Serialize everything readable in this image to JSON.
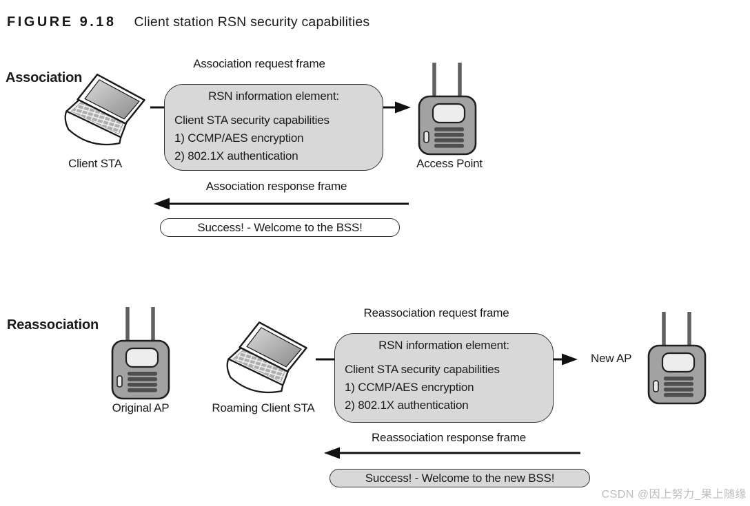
{
  "figure": {
    "label": "FIGURE 9.18",
    "title": "Client station RSN security capabilities"
  },
  "association": {
    "section_label": "Association",
    "client_label": "Client STA",
    "ap_label": "Access Point",
    "request_label": "Association request frame",
    "rsn_box": {
      "header": "RSN information element:",
      "lines": [
        "Client STA security capabilities",
        "1) CCMP/AES encryption",
        "2) 802.1X authentication"
      ]
    },
    "response_label": "Association response frame",
    "success_label": "Success! - Welcome to the BSS!"
  },
  "reassociation": {
    "section_label": "Reassociation",
    "original_ap_label": "Original AP",
    "client_label": "Roaming Client STA",
    "new_ap_label": "New AP",
    "request_label": "Reassociation request frame",
    "rsn_box": {
      "header": "RSN information element:",
      "lines": [
        "Client STA security capabilities",
        "1) CCMP/AES encryption",
        "2) 802.1X authentication"
      ]
    },
    "response_label": "Reassociation response frame",
    "success_label": "Success! - Welcome to the new BSS!"
  },
  "watermark": "CSDN @因上努力_果上随缘",
  "icons": {
    "client_station": "laptop-icon",
    "access_point": "access-point-icon",
    "flow": "arrow-icon"
  },
  "colors": {
    "box_fill": "#d8d8d8",
    "ap_body": "#a2a2a2",
    "outline": "#1f1f1f",
    "text": "#1a1a1a",
    "watermark": "#bdbdbd"
  }
}
